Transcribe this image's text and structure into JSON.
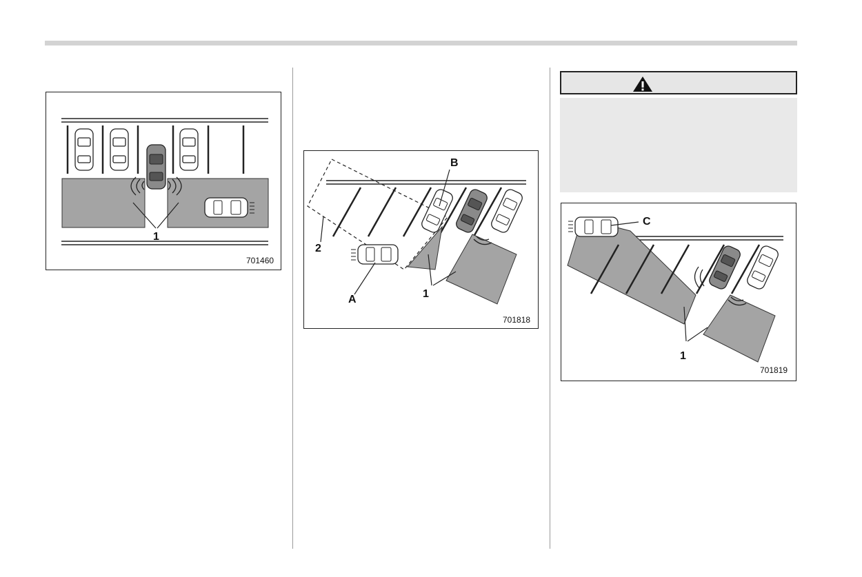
{
  "figures": [
    {
      "id": "701460",
      "labels": {
        "zone": "1"
      }
    },
    {
      "id": "701818",
      "labels": {
        "zone": "1",
        "path": "2",
        "vehicle_a": "A",
        "vehicle_b": "B"
      }
    },
    {
      "id": "701819",
      "labels": {
        "zone": "1",
        "vehicle_c": "C"
      }
    }
  ],
  "icons": {
    "warning": "warning-triangle-icon"
  },
  "colors": {
    "detection_zone": "#a4a4a4",
    "header_rule": "#d3d3d3",
    "warning_bg": "#e9e9e9"
  }
}
